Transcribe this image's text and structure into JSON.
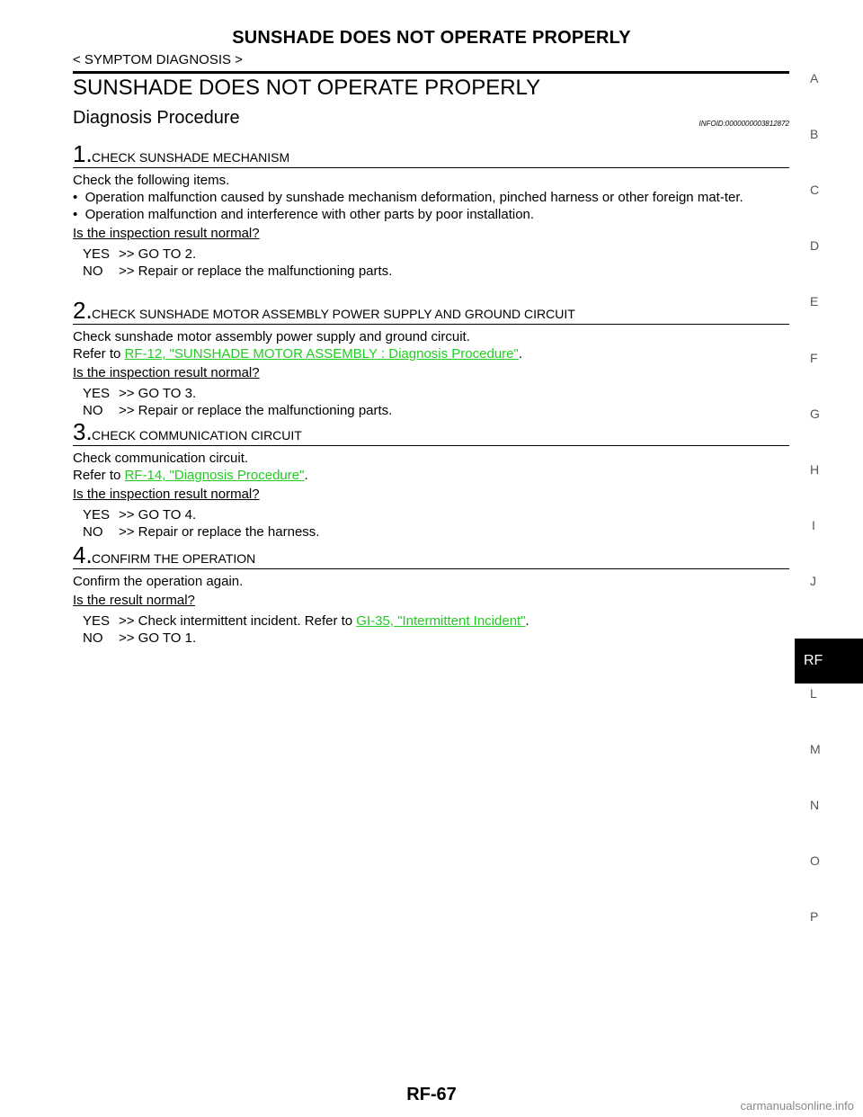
{
  "header": {
    "title": "SUNSHADE DOES NOT OPERATE PROPERLY",
    "section": "< SYMPTOM DIAGNOSIS >"
  },
  "main": {
    "title": "SUNSHADE DOES NOT OPERATE PROPERLY",
    "subtitle": "Diagnosis Procedure",
    "info_id": "INFOID:0000000003812872"
  },
  "steps": [
    {
      "num": "1.",
      "title": "CHECK SUNSHADE MECHANISM",
      "lines": [
        "Check the following items."
      ],
      "bullets": [
        "Operation malfunction caused by sunshade mechanism deformation, pinched harness or other foreign mat-ter.",
        "Operation malfunction and interference with other parts by poor installation."
      ],
      "question": "Is the inspection result normal?",
      "yes": ">> GO TO 2.",
      "no": ">> Repair or replace the malfunctioning parts."
    },
    {
      "num": "2.",
      "title": "CHECK SUNSHADE MOTOR ASSEMBLY POWER SUPPLY AND GROUND CIRCUIT",
      "line1": "Check sunshade motor assembly power supply and ground circuit.",
      "refer_prefix": "Refer to ",
      "refer_link": "RF-12, \"SUNSHADE MOTOR ASSEMBLY : Diagnosis  Procedure\"",
      "refer_suffix": ".",
      "question": "Is the inspection result normal?",
      "yes": ">> GO TO 3.",
      "no": ">> Repair or replace the malfunctioning parts."
    },
    {
      "num": "3.",
      "title": "CHECK COMMUNICATION CIRCUIT",
      "line1": "Check communication circuit.",
      "refer_prefix": "Refer to ",
      "refer_link": "RF-14, \"Diagnosis Procedure\"",
      "refer_suffix": ".",
      "question": "Is the inspection result normal?",
      "yes": ">> GO TO 4.",
      "no": ">> Repair or replace the harness."
    },
    {
      "num": "4.",
      "title": "CONFIRM THE OPERATION",
      "line1": "Confirm the operation again.",
      "question": "Is the result normal?",
      "yes_prefix": ">> Check intermittent incident. Refer to ",
      "yes_link": "GI-35, \"Intermittent Incident\"",
      "yes_suffix": ".",
      "no": ">> GO TO 1."
    }
  ],
  "labels": {
    "yes": "YES",
    "no": "NO"
  },
  "sidebar": {
    "letters": [
      "A",
      "B",
      "C",
      "D",
      "E",
      "F",
      "G",
      "H",
      "I",
      "J",
      "L",
      "M",
      "N",
      "O",
      "P"
    ],
    "active": "RF"
  },
  "footer": {
    "page_number": "RF-67",
    "watermark": "carmanualsonline.info"
  },
  "colors": {
    "link": "#22cc22",
    "text": "#000000"
  }
}
